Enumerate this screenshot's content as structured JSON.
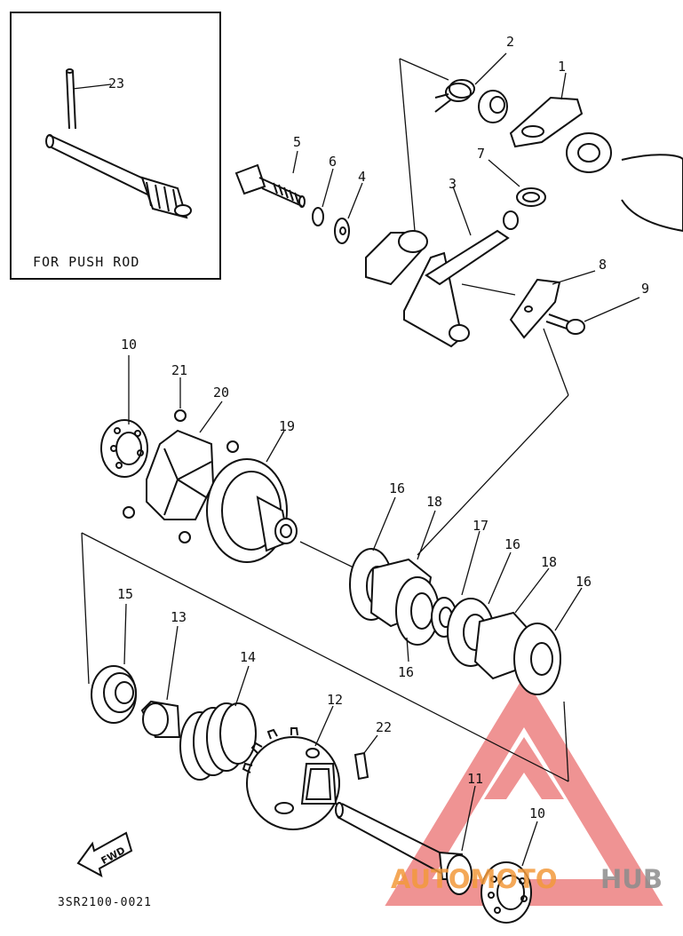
{
  "inset": {
    "title": "FOR PUSH ROD"
  },
  "diagram_code": "3SR2100-0021",
  "fwd_label": "FWD",
  "watermark": {
    "part_a": "AUTOMOTO",
    "part_b": "HUB"
  },
  "callouts": {
    "c1": "1",
    "c2": "2",
    "c3": "3",
    "c4": "4",
    "c5": "5",
    "c6": "6",
    "c7": "7",
    "c8": "8",
    "c9": "9",
    "c10a": "10",
    "c10b": "10",
    "c11": "11",
    "c12": "12",
    "c13": "13",
    "c14": "14",
    "c15": "15",
    "c16a": "16",
    "c16b": "16",
    "c16c": "16",
    "c16d": "16",
    "c17": "17",
    "c18a": "18",
    "c18b": "18",
    "c19": "19",
    "c20": "20",
    "c21": "21",
    "c22": "22",
    "c23": "23"
  },
  "colors": {
    "line": "#111111",
    "watermark_red": "#e23b3b",
    "watermark_text": "#f39a3c",
    "watermark_grey": "#8c8c8c"
  }
}
